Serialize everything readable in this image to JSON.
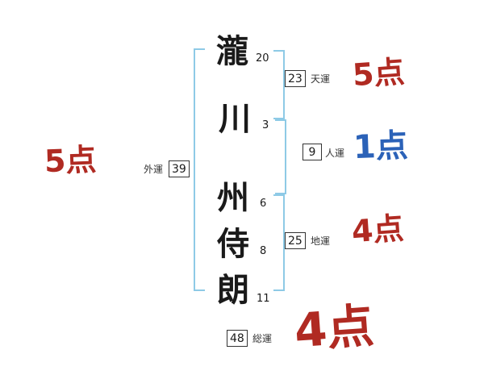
{
  "name": {
    "chars": [
      {
        "char": "瀧",
        "strokes": "20"
      },
      {
        "char": "川",
        "strokes": "3"
      },
      {
        "char": "州",
        "strokes": "6"
      },
      {
        "char": "侍",
        "strokes": "8"
      },
      {
        "char": "朗",
        "strokes": "11"
      }
    ]
  },
  "fortunes": {
    "outer": {
      "label": "外運",
      "value": "39"
    },
    "heaven": {
      "label": "天運",
      "value": "23"
    },
    "person": {
      "label": "人運",
      "value": "9"
    },
    "earth": {
      "label": "地運",
      "value": "25"
    },
    "total": {
      "label": "総運",
      "value": "48"
    }
  },
  "scores": {
    "outer": {
      "text": "5点",
      "color": "#b02a22"
    },
    "heaven": {
      "text": "5点",
      "color": "#b02a22"
    },
    "person": {
      "text": "1点",
      "color": "#2b62b8"
    },
    "earth": {
      "text": "4点",
      "color": "#b02a22"
    },
    "total": {
      "text": "4点",
      "color": "#b02a22"
    }
  },
  "colors": {
    "bracket": "#8ecae6",
    "score_red": "#b02a22",
    "score_blue": "#2b62b8"
  }
}
